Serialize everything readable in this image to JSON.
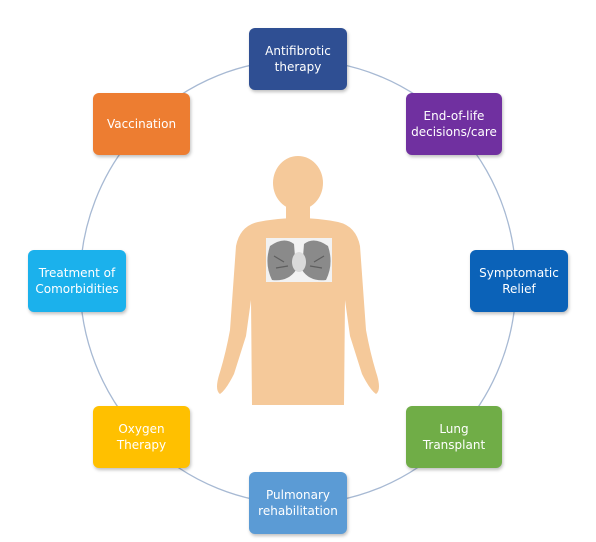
{
  "diagram": {
    "center": {
      "icon": "human-torso-with-lung-ct-icon",
      "body_color": "#F5C99A"
    },
    "ring_color": "#A7B9D3",
    "nodes": [
      {
        "id": "antifibrotic",
        "label": "Antifibrotic\ntherapy",
        "color": "#2F4F93"
      },
      {
        "id": "end-of-life",
        "label": "End-of-life\ndecisions/care",
        "color": "#7030A0"
      },
      {
        "id": "symptomatic",
        "label": "Symptomatic\nRelief",
        "color": "#0B62B8"
      },
      {
        "id": "lung-transplant",
        "label": "Lung\nTransplant",
        "color": "#70AD47"
      },
      {
        "id": "pulmonary",
        "label": "Pulmonary\nrehabilitation",
        "color": "#5B9BD5"
      },
      {
        "id": "oxygen",
        "label": "Oxygen\nTherapy",
        "color": "#FFC000"
      },
      {
        "id": "comorbidities",
        "label": "Treatment of\nComorbidities",
        "color": "#1BB1EC"
      },
      {
        "id": "vaccination",
        "label": "Vaccination",
        "color": "#ED7D31"
      }
    ]
  }
}
